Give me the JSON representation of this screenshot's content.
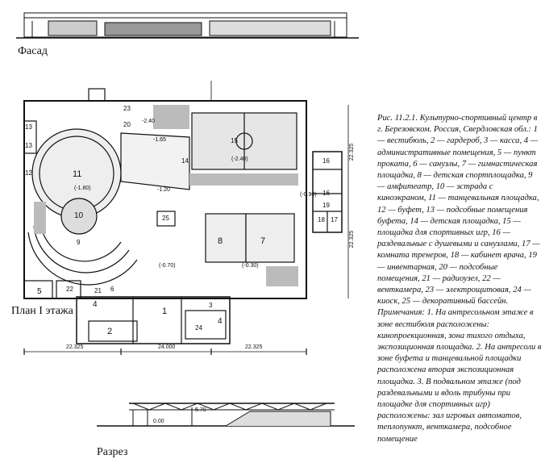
{
  "labels": {
    "facade": "Фасад",
    "plan": "План I этажа",
    "section": "Разрез"
  },
  "dimensions": {
    "left": "22.325",
    "middle": "24.000",
    "right": "22.325",
    "side_top": "22.325",
    "side_bottom": "22.325"
  },
  "elevations": {
    "e1": "-2.40",
    "e2": "-1.65",
    "e3": "-1.20",
    "e4": "(-2.40)",
    "e5": "(-1.80)",
    "e6": "(-0.90)",
    "e7": "(-0.70)",
    "e8": "(-0.30)",
    "s1": "5.70",
    "s2": "0.00"
  },
  "rooms": [
    "1",
    "2",
    "3",
    "4",
    "4",
    "5",
    "6",
    "7",
    "8",
    "9",
    "10",
    "11",
    "12",
    "13",
    "13",
    "14",
    "15",
    "16",
    "16",
    "17",
    "18",
    "19",
    "20",
    "21",
    "22",
    "23",
    "24",
    "25"
  ],
  "caption": {
    "line1": "Рис. 11.2.1. Культурно-спортивный центр в г. Березовском. Россия, Свердловская обл.: 1 — вестибюль, 2 — гардероб, 3 — касса, 4 — административные помещения, 5 — пункт проката, 6 — санузлы, 7 — гимнастическая площадка, 8 — детская спортплощадка, 9 — амфитеатр, 10 — эстрада с киноэкраном, 11 — танцевальная площадка, 12 — буфет, 13 — подсобные помещения буфета, 14 — детская площадка, 15 — площадка для спортивных игр, 16 — раздевальные с душевыми и санузлами, 17 — комната тренеров, 18 — кабинет врача, 19 — инвентарная, 20 — подсобные помещения, 21 — радиоузел, 22 — венткамера, 23 — электрощитовая, 24 — киоск, 25 — декоративный бассейн.",
    "line2": "Примечания: 1. На антресольном этаже в зоне вестибюля расположены: кинопроекционная, зона тихого отдыха, экспозиционная площадка. 2. На антресоли в зоне буфета и танцевальной площадки расположена вторая экспозиционная площадка. 3. В подвальном этаже (под раздевальными и вдоль трибуны при площадке для спортивных игр) расположены: зал игровых автоматов, теплопункт, венткамера, подсобное помещение"
  }
}
